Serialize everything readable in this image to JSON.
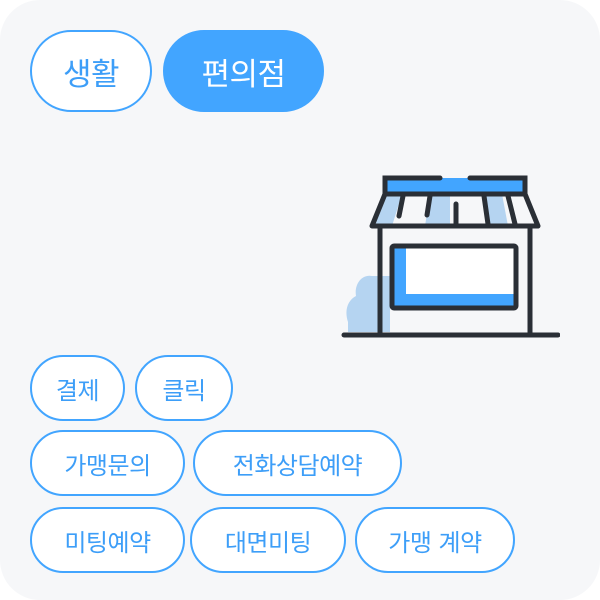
{
  "header": {
    "categories": [
      {
        "label": "생활",
        "active": false
      },
      {
        "label": "편의점",
        "active": true
      }
    ]
  },
  "illustration": {
    "icon": "convenience-store-icon",
    "colors": {
      "primary": "#42a5ff",
      "light": "#b5d4f1",
      "stroke": "#2a2f36"
    }
  },
  "tags": [
    {
      "label": "결제"
    },
    {
      "label": "클릭"
    },
    {
      "label": "가맹문의"
    },
    {
      "label": "전화상담예약"
    },
    {
      "label": "미팅예약"
    },
    {
      "label": "대면미팅"
    },
    {
      "label": "가맹 계약"
    }
  ],
  "colors": {
    "accent": "#42a5ff",
    "background": "#f6f7f9",
    "tag_text": "#3d9ef8"
  }
}
